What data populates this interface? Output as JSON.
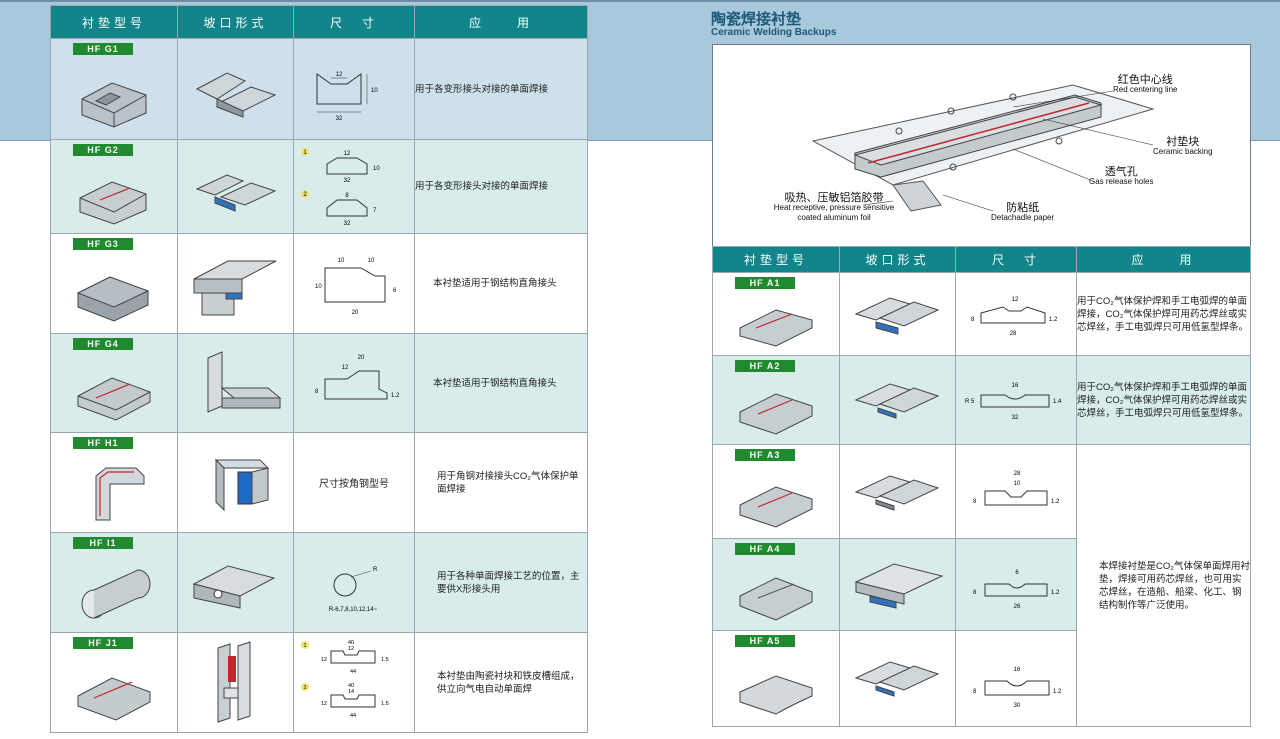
{
  "header": {
    "title": "陶瓷焊接衬垫",
    "subtitle": "Ceramic Welding Backups"
  },
  "columns": [
    "衬垫型号",
    "坡口形式",
    "尺　寸",
    "应　　用"
  ],
  "left_rows": [
    {
      "model": "HF  G1",
      "dims": {
        "a": "12",
        "b": "10",
        "c": "32"
      },
      "app": "用于各变形接头对接的单面焊接"
    },
    {
      "model": "HF  G2",
      "dims": {
        "n1": "1",
        "a1": "12",
        "b1": "10",
        "c1": "32",
        "n2": "2",
        "a2": "8",
        "b2": "7",
        "c2": "32"
      },
      "app": "用于各变形接头对接的单面焊接"
    },
    {
      "model": "HF  G3",
      "dims": {
        "a": "10",
        "b": "10",
        "c": "10",
        "d": "6",
        "e": "20"
      },
      "app": "本衬垫适用于钢结构直角接头"
    },
    {
      "model": "HF  G4",
      "dims": {
        "a": "20",
        "b": "12",
        "c": "8",
        "d": "1.2"
      },
      "app": "本衬垫适用于钢结构直角接头"
    },
    {
      "model": "HF  H1",
      "dims": {
        "text": "尺寸按角钢型号"
      },
      "app": "用于角钢对接接头CO₂气体保护单面焊接"
    },
    {
      "model": "HF  I1",
      "dims": {
        "r": "R",
        "list": "R-6,7,8,10,12,14~"
      },
      "app": "用于各种单面焊接工艺的位置，主要供X形接头用"
    },
    {
      "model": "HF  J1",
      "dims": {
        "n1": "1",
        "a1": "40",
        "b1": "12",
        "c1": "12",
        "d1": "1.5",
        "e1": "44",
        "n2": "2",
        "a2": "40",
        "b2": "14",
        "c2": "12",
        "d2": "1.5",
        "e2": "44"
      },
      "app": "本衬垫由陶瓷衬块和铁皮槽组成，供立向气电自动单面焊"
    }
  ],
  "diagram": {
    "labels": [
      {
        "cn": "红色中心线",
        "en": "Red centering line"
      },
      {
        "cn": "衬垫块",
        "en": "Ceramic backing"
      },
      {
        "cn": "透气孔",
        "en": "Gas release holes"
      },
      {
        "cn": "吸热、压敏铝箔胶带",
        "en": "Heat receptive, pressure sensitive coated aluminum foil"
      },
      {
        "cn": "防粘纸",
        "en": "Detachadle paper"
      }
    ]
  },
  "right_rows": [
    {
      "model": "HF  A1",
      "dims": {
        "a": "12",
        "b": "8",
        "c": "1.2",
        "d": "28"
      },
      "app": "用于CO₂气体保护焊和手工电弧焊的单面焊接，CO₂气体保护焊可用药芯焊丝或实芯焊丝，手工电弧焊只可用低氢型焊条。"
    },
    {
      "model": "HF  A2",
      "dims": {
        "a": "16",
        "b": "R 5",
        "c": "1.4",
        "d": "32"
      },
      "app": "用于CO₂气体保护焊和手工电弧焊的单面焊接，CO₂气体保护焊可用药芯焊丝或实芯焊丝，手工电弧焊只可用低氢型焊条。"
    },
    {
      "model": "HF  A3",
      "dims": {
        "a": "28",
        "b": "10",
        "c": "8",
        "d": "1.2"
      }
    },
    {
      "model": "HF  A4",
      "dims": {
        "a": "6",
        "b": "8",
        "c": "1.2",
        "d": "26"
      }
    },
    {
      "model": "HF  A5",
      "dims": {
        "a": "16",
        "b": "8",
        "c": "1.2",
        "d": "30"
      }
    }
  ],
  "right_merged_app": "本焊接衬垫是CO₂气体保单面焊用衬垫，焊接可用药芯焊丝，也可用实芯焊丝，在造船、船梁、化工、钢结构制作等广泛使用。",
  "colors": {
    "header_teal": "#11858a",
    "model_green": "#1f8a2e",
    "top_band": "#a9c8dc",
    "row_tint": "#d8ecec"
  }
}
